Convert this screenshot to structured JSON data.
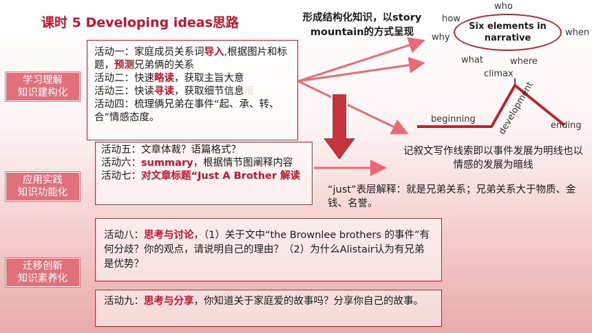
{
  "title": "课时 5 Developing ideas思路",
  "side_labels": [
    {
      "line1": "学习理解",
      "line2": "知识建构化"
    },
    {
      "line1": "应用实践",
      "line2": "知识功能化"
    },
    {
      "line1": "迁移创新",
      "line2": "知识素养化"
    }
  ],
  "box1": {
    "a1_pre": "活动一：家庭成员关系词",
    "a1_hl1": "导入",
    "a1_mid": ",根据图片和标题，",
    "a1_hl2": "预测",
    "a1_post": "兄弟俩的关系",
    "a2_pre": "活动二：快速",
    "a2_hl": "略读",
    "a2_post": "，获取主旨大意",
    "a3_pre": "活动三：快读",
    "a3_hl": "寻读",
    "a3_post": "，获取细节信息",
    "a3_tail": "摄",
    "a4": "活动四：梳理俩兄弟在事件“起、承、转、合”情感态度。"
  },
  "box2": {
    "a5": "活动五：文章体裁？语篇格式？",
    "a6_pre": "活动六：",
    "a6_hl": "summary",
    "a6_post": "，根据情节图阐释内容",
    "a7_pre": "活动七：",
    "a7_hl": "对文章标题“Just A Brother 解读",
    "a7_post": ""
  },
  "box3": {
    "a8_pre": "活动八：",
    "a8_hl": "思考与讨论",
    "a8_post": "，（1）关于文中“the Brownlee brothers 的事件”有何分歧？你的观点，请说明自己的理由？（2）为什么Alistair认为有兄弟是优势？"
  },
  "box4": {
    "a9_pre": "活动九：",
    "a9_hl": "思考与分享",
    "a9_post": "，你知道关于家庭爱的故事吗？分享你自己的故事。"
  },
  "right": {
    "heading": "形成结构化知识，以story mountain的方式呈现",
    "ellipse": "Six elements in narrative",
    "words": {
      "who": "who",
      "how": "how",
      "why": "why",
      "when": "when",
      "what": "what",
      "where": "where"
    },
    "mountain": {
      "climax": "climax",
      "beginning": "beginning",
      "development": "development",
      "ending": "ending"
    },
    "clue": "记叙文写作线索即以事件发展为明线也以情感的发展为暗线",
    "just": "“just”表层解释：就是兄弟关系；兄弟关系大于物质、金钱、名誉。"
  },
  "colors": {
    "accent": "#c0152d",
    "side_bg": "#e2707a",
    "arrow": "#e86a74",
    "big_arrow": "#c4343c"
  }
}
